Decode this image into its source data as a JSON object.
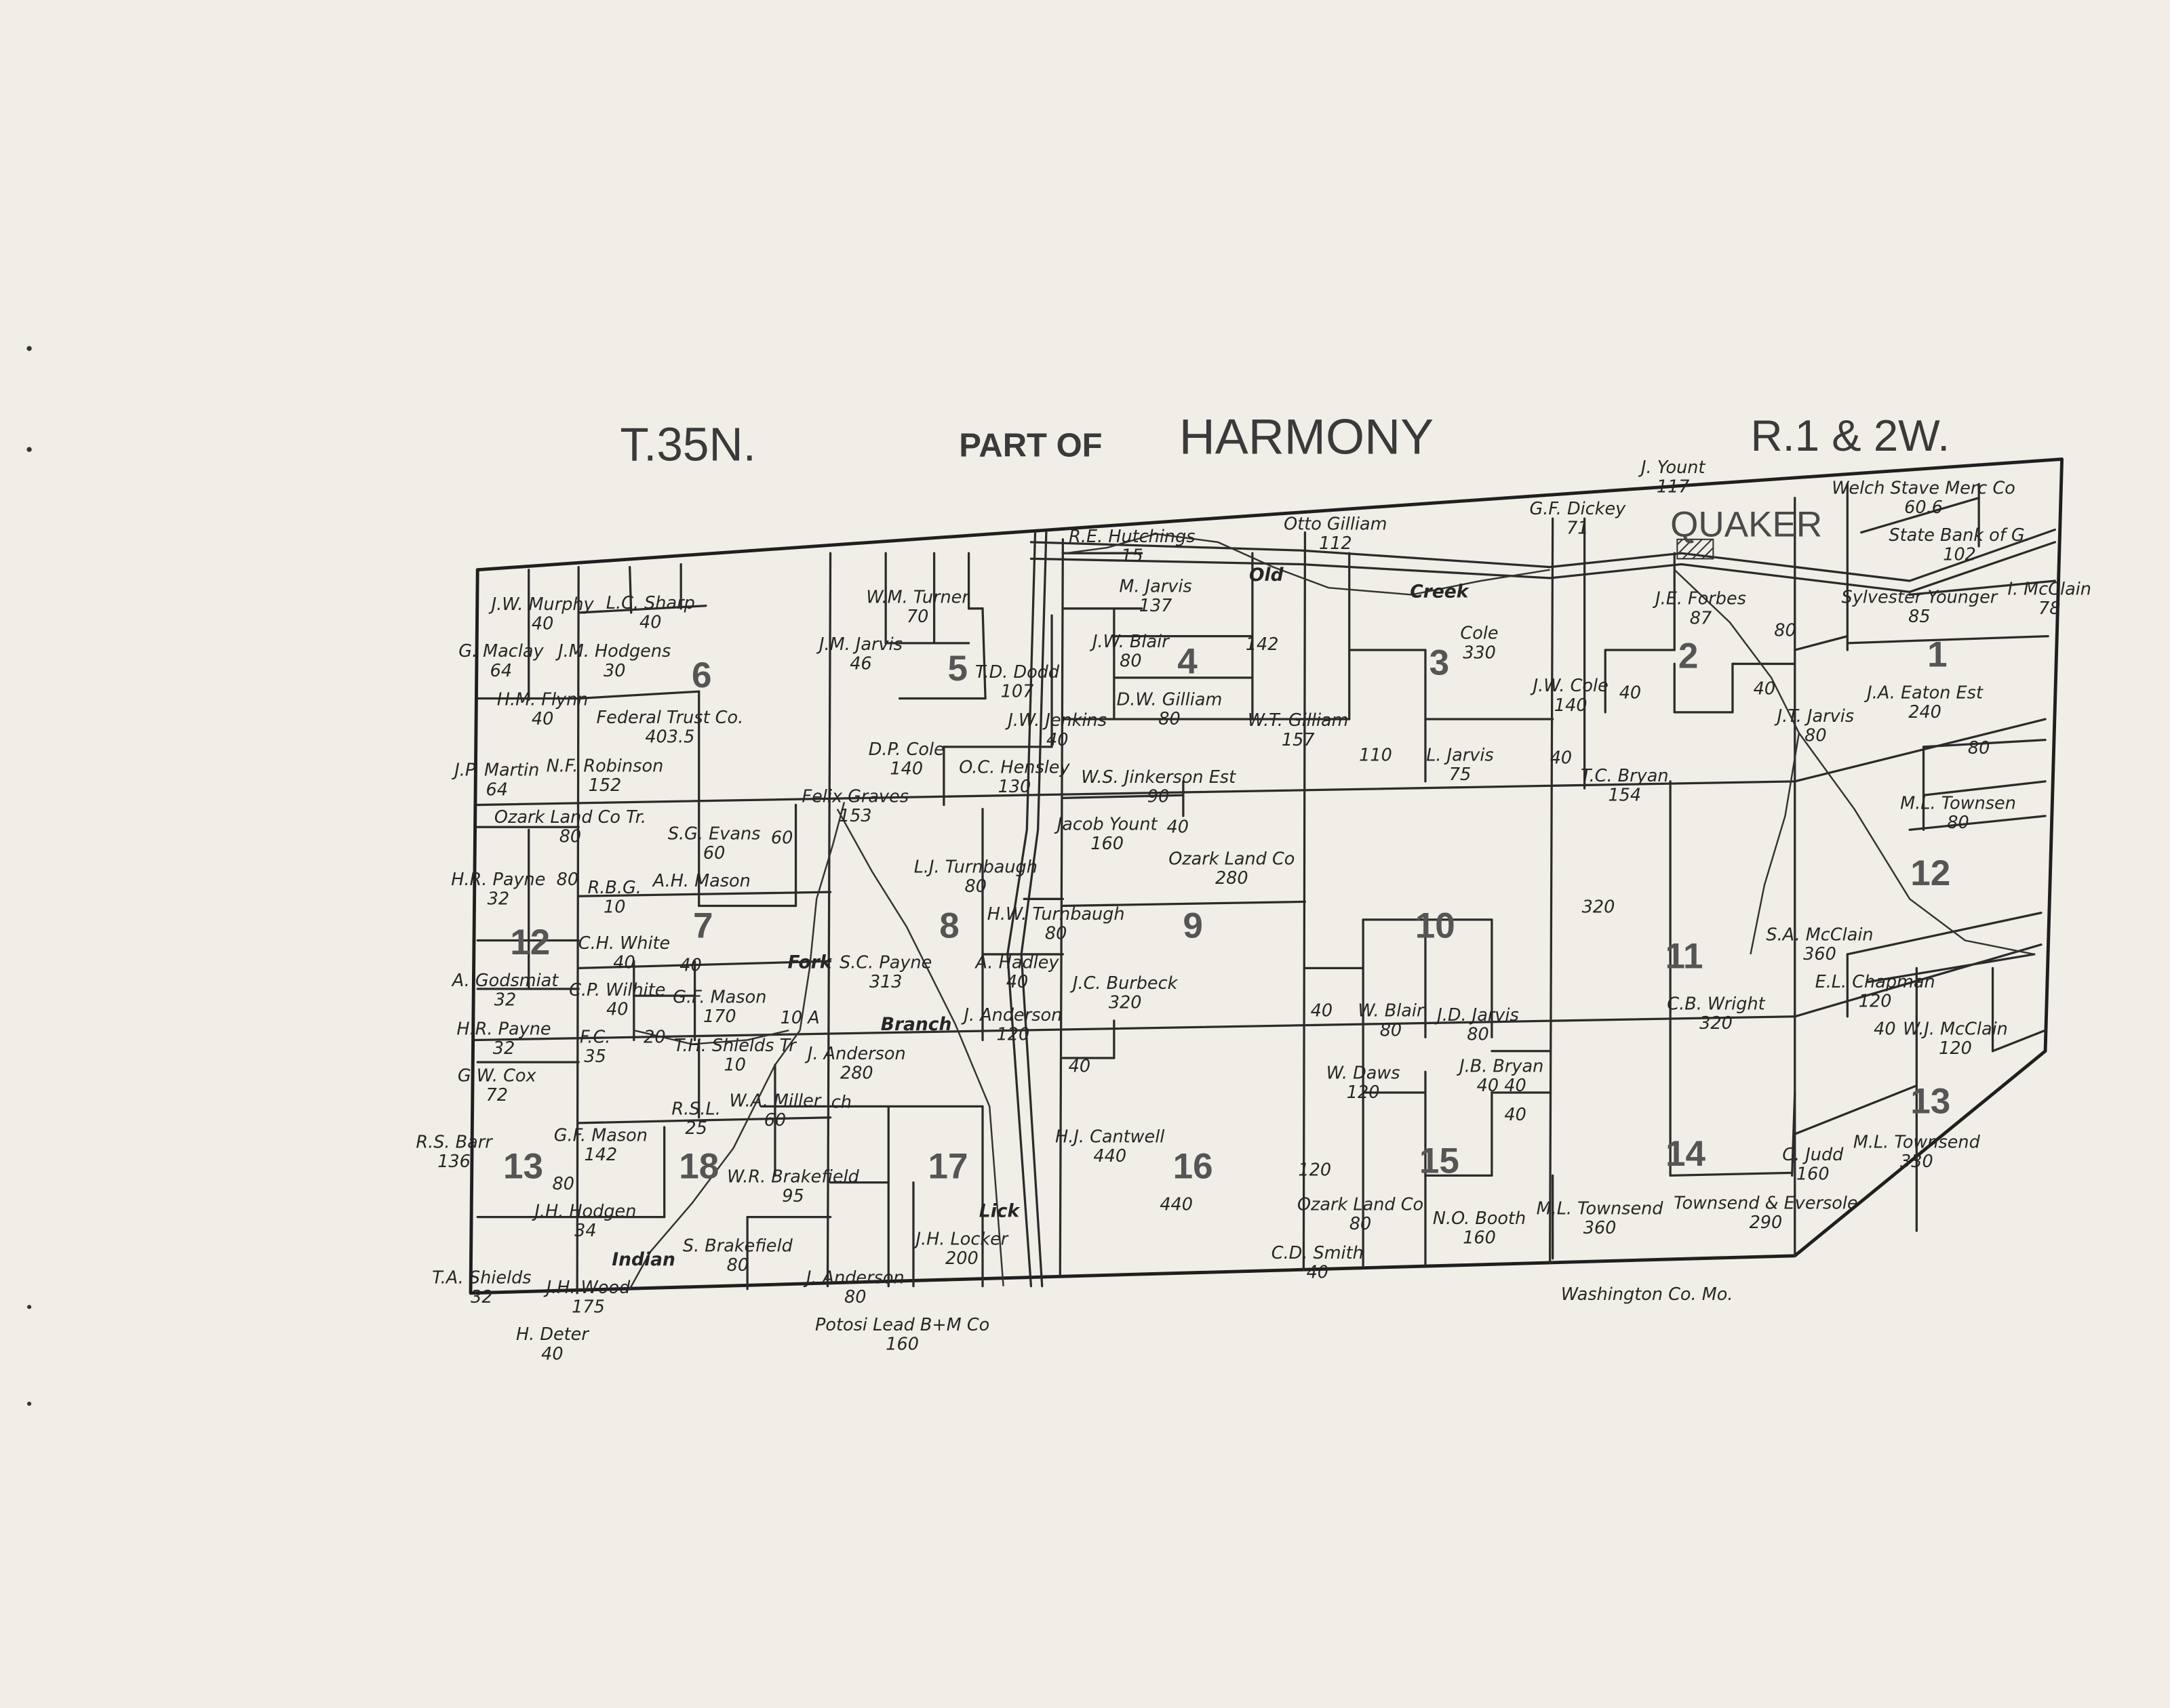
{
  "header": {
    "township": "T.35N.",
    "part_of": "PART OF",
    "name": "HARMONY",
    "range": "R.1 & 2W."
  },
  "town": "QUAKER",
  "footer": "Washington Co. Mo.",
  "colors": {
    "paper": "#f0eee6",
    "ink": "#262626"
  },
  "sections": [
    "6",
    "5",
    "4",
    "3",
    "2",
    "1",
    "12",
    "7",
    "8",
    "9",
    "10",
    "11",
    "12",
    "13",
    "18",
    "17",
    "16",
    "15",
    "14",
    "13"
  ],
  "waterways": [
    "Old",
    "Creek",
    "Indian",
    "Fork",
    "Branch",
    "Lick"
  ],
  "parcels": [
    {
      "owner": "G. Maclay",
      "acres": "64"
    },
    {
      "owner": "J.W. Murphy",
      "acres": "40"
    },
    {
      "owner": "H.M. Flynn",
      "acres": "40"
    },
    {
      "owner": "J.M. Hodgens",
      "acres": "30"
    },
    {
      "owner": "L.C. Sharp",
      "acres": "40"
    },
    {
      "owner": "Federal Trust Co.",
      "acres": "403.5"
    },
    {
      "owner": "N.F. Robinson",
      "acres": "152"
    },
    {
      "owner": "J.P. Martin",
      "acres": "64"
    },
    {
      "owner": "Ozark Land Co Tr.",
      "acres": "80"
    },
    {
      "owner": "H.R. Payne",
      "acres": "32"
    },
    {
      "owner": "A. Godsmiat",
      "acres": "32"
    },
    {
      "owner": "",
      "acres": "80"
    },
    {
      "owner": "H.R. Payne",
      "acres": "32"
    },
    {
      "owner": "C.P. Wilhite",
      "acres": "40"
    },
    {
      "owner": "C.H. White",
      "acres": "40"
    },
    {
      "owner": "G.W. Cox",
      "acres": "72"
    },
    {
      "owner": "R.B.G.",
      "acres": "10"
    },
    {
      "owner": "A.H. Mason",
      "acres": ""
    },
    {
      "owner": "S.G. Evans",
      "acres": "60"
    },
    {
      "owner": "",
      "acres": "60"
    },
    {
      "owner": "",
      "acres": "40"
    },
    {
      "owner": "G.F. Mason",
      "acres": "170"
    },
    {
      "owner": "",
      "acres": "20"
    },
    {
      "owner": "F.C.",
      "acres": "35"
    },
    {
      "owner": "T.H. Shields Tr",
      "acres": "10"
    },
    {
      "owner": "",
      "acres": "10 A"
    },
    {
      "owner": "J.M. Jarvis",
      "acres": "46"
    },
    {
      "owner": "W.M. Turner",
      "acres": "70"
    },
    {
      "owner": "T.D. Dodd",
      "acres": "107"
    },
    {
      "owner": "J.W. Jenkins",
      "acres": "40"
    },
    {
      "owner": "Felix Graves",
      "acres": "153"
    },
    {
      "owner": "D.P. Cole",
      "acres": "140"
    },
    {
      "owner": "O.C. Hensley",
      "acres": "130"
    },
    {
      "owner": "L.J. Turnbaugh",
      "acres": "80"
    },
    {
      "owner": "H.W. Turnbaugh",
      "acres": "80"
    },
    {
      "owner": "S.C. Payne",
      "acres": "313"
    },
    {
      "owner": "A. Hadley",
      "acres": "40"
    },
    {
      "owner": "J. Anderson",
      "acres": "120"
    },
    {
      "owner": "M. Jarvis",
      "acres": "137"
    },
    {
      "owner": "J.W. Blair",
      "acres": "80"
    },
    {
      "owner": "D.W. Gilliam",
      "acres": "80"
    },
    {
      "owner": "W.S. Jinkerson Est",
      "acres": "90"
    },
    {
      "owner": "",
      "acres": "142"
    },
    {
      "owner": "W.T. Gilliam",
      "acres": "157"
    },
    {
      "owner": "Jacob Yount",
      "acres": "160"
    },
    {
      "owner": "",
      "acres": "40"
    },
    {
      "owner": "R.E. Hutchings",
      "acres": "15"
    },
    {
      "owner": "Otto Gilliam",
      "acres": "112"
    },
    {
      "owner": "Cole",
      "acres": "330"
    },
    {
      "owner": "",
      "acres": "110"
    },
    {
      "owner": "L. Jarvis",
      "acres": "75"
    },
    {
      "owner": "",
      "acres": "40"
    },
    {
      "owner": "J.W. Cole",
      "acres": "140"
    },
    {
      "owner": "G.F. Dickey",
      "acres": "71"
    },
    {
      "owner": "J. Yount",
      "acres": "117"
    },
    {
      "owner": "Welch Stave Merc Co",
      "acres": "60.6"
    },
    {
      "owner": "State Bank of G.",
      "acres": "102"
    },
    {
      "owner": "Sylvester Younger",
      "acres": "85"
    },
    {
      "owner": "I. McClain",
      "acres": "78"
    },
    {
      "owner": "J.E. Forbes",
      "acres": "87"
    },
    {
      "owner": "",
      "acres": "80"
    },
    {
      "owner": "",
      "acres": "40"
    },
    {
      "owner": "T.C. Bryan",
      "acres": "154"
    },
    {
      "owner": "",
      "acres": "40"
    },
    {
      "owner": "J.T. Jarvis",
      "acres": "80"
    },
    {
      "owner": "J.A. Eaton Est",
      "acres": "240"
    },
    {
      "owner": "",
      "acres": "80"
    },
    {
      "owner": "M.L. Townsen",
      "acres": "80"
    },
    {
      "owner": "Ozark Land Co",
      "acres": "280"
    },
    {
      "owner": "J.C. Burbeck",
      "acres": "320"
    },
    {
      "owner": "",
      "acres": "40"
    },
    {
      "owner": "W. Blair",
      "acres": "80"
    },
    {
      "owner": "J.D. Jarvis",
      "acres": "80"
    },
    {
      "owner": "",
      "acres": "320"
    },
    {
      "owner": "C.B. Wright",
      "acres": "320"
    },
    {
      "owner": "S.A. McClain",
      "acres": "360"
    },
    {
      "owner": "E.L. Chapman",
      "acres": "120"
    },
    {
      "owner": "",
      "acres": "40"
    },
    {
      "owner": "W.J. McClain",
      "acres": "120"
    },
    {
      "owner": "R.S. Barr",
      "acres": "136"
    },
    {
      "owner": "",
      "acres": "80"
    },
    {
      "owner": "G.F. Mason",
      "acres": "142"
    },
    {
      "owner": "R.S.L.",
      "acres": "25"
    },
    {
      "owner": "W.A. Miller",
      "acres": "60"
    },
    {
      "owner": "W.R. Brakefield",
      "acres": "95"
    },
    {
      "owner": "J.H. Hodgen",
      "acres": "34"
    },
    {
      "owner": "J.H. Wood",
      "acres": "175"
    },
    {
      "owner": "S. Brakefield",
      "acres": "80"
    },
    {
      "owner": "T.A. Shields",
      "acres": "32"
    },
    {
      "owner": "H. Deter",
      "acres": "40"
    },
    {
      "owner": "J. Anderson",
      "acres": "280"
    },
    {
      "owner": "J. Anderson",
      "acres": "80"
    },
    {
      "owner": "Potosi Lead B+M Co",
      "acres": "160"
    },
    {
      "owner": "J.H. Locker",
      "acres": "200"
    },
    {
      "owner": "",
      "acres": "40"
    },
    {
      "owner": "H.J. Cantwell",
      "acres": "440"
    },
    {
      "owner": "",
      "acres": "120"
    },
    {
      "owner": "C.D. Smith",
      "acres": "40"
    },
    {
      "owner": "Ozark Land Co",
      "acres": "80"
    },
    {
      "owner": "W. Daws",
      "acres": "120"
    },
    {
      "owner": "J.B. Bryan",
      "acres": "40 40"
    },
    {
      "owner": "",
      "acres": "40"
    },
    {
      "owner": "N.O. Booth",
      "acres": "160"
    },
    {
      "owner": "M.L. Townsend",
      "acres": "360"
    },
    {
      "owner": "Townsend & Eversole",
      "acres": "290"
    },
    {
      "owner": "C. Judd",
      "acres": "160"
    },
    {
      "owner": "M.L. Townsend",
      "acres": "330"
    },
    {
      "owner": "",
      "acres": "440"
    }
  ],
  "extra_labels": {
    "church": "ch"
  }
}
